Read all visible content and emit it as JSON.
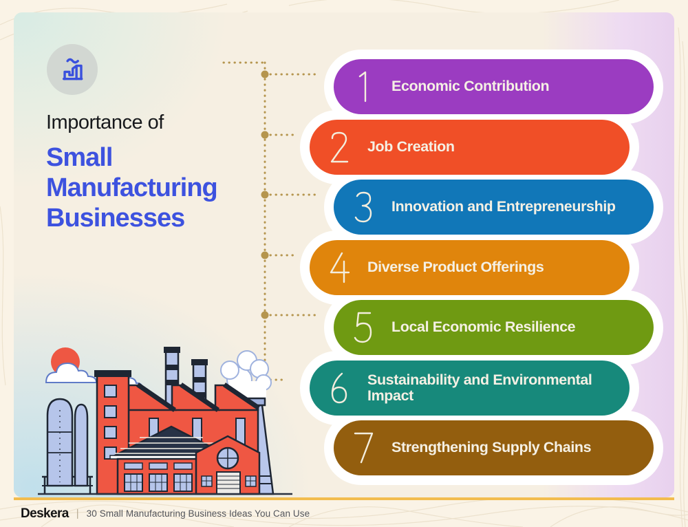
{
  "colors": {
    "outer_background": "#faf3e6",
    "contour_lines": "#eadfc9",
    "accent_divider": "#f2bc4e",
    "connector": "#b5954e",
    "title_text": "#17191c",
    "title_accent": "#3d52df",
    "pill_text": "#f5f0e4",
    "logo_circle": "#d2d7d2",
    "logo_icon_blue": "#3a50dd"
  },
  "header": {
    "logo_icon": "factory-growth-icon",
    "title_prefix": "Importance of",
    "title_lines": [
      "Small",
      "Manufacturing",
      "Businesses"
    ]
  },
  "items": [
    {
      "number": "1",
      "label": "Economic Contribution",
      "color": "#9b3cc1"
    },
    {
      "number": "2",
      "label": "Job Creation",
      "color": "#f04f27"
    },
    {
      "number": "3",
      "label": "Innovation and Entrepreneurship",
      "color": "#1177b8"
    },
    {
      "number": "4",
      "label": "Diverse Product Offerings",
      "color": "#e0850c"
    },
    {
      "number": "5",
      "label": "Local Economic Resilience",
      "color": "#6f9a12"
    },
    {
      "number": "6",
      "label": "Sustainability and Environmental Impact",
      "color": "#17897b"
    },
    {
      "number": "7",
      "label": "Strengthening Supply Chains",
      "color": "#935e0e"
    }
  ],
  "illustration": {
    "name": "factory-illustration",
    "building_color": "#ef5743",
    "outline_color": "#1e2633",
    "window_color": "#b6c5ea",
    "sun_color": "#ee5743",
    "smoke_color": "#ffffff"
  },
  "footer": {
    "brand": "Deskera",
    "separator": "|",
    "tagline": "30 Small Manufacturing Business Ideas You Can Use"
  }
}
